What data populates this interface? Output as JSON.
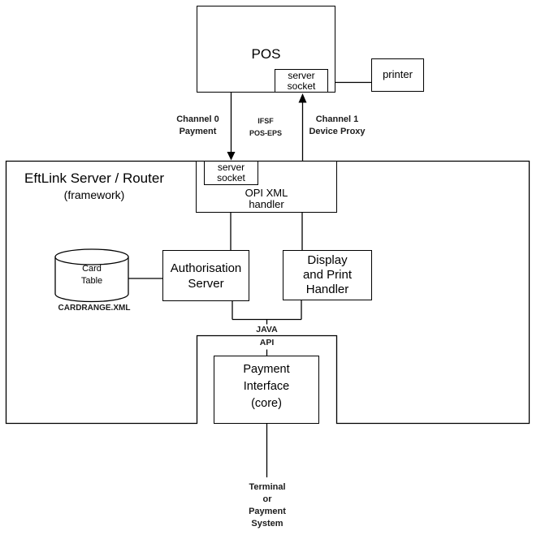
{
  "diagram": {
    "pos": {
      "label": "POS"
    },
    "pos_server_socket": {
      "line1": "server",
      "line2": "socket"
    },
    "printer": {
      "label": "printer"
    },
    "channel0": {
      "line1": "Channel 0",
      "line2": "Payment"
    },
    "ifsf": {
      "line1": "IFSF",
      "line2": "POS-EPS"
    },
    "channel1": {
      "line1": "Channel 1",
      "line2": "Device Proxy"
    },
    "eftlink": {
      "title": "EftLink Server / Router",
      "subtitle": "(framework)"
    },
    "opi_server_socket": {
      "line1": "server",
      "line2": "socket"
    },
    "opi_handler": {
      "line1": "OPI XML",
      "line2": "handler"
    },
    "card_table": {
      "line1": "Card",
      "line2": "Table",
      "caption": "CARDRANGE.XML"
    },
    "auth_server": {
      "line1": "Authorisation",
      "line2": "Server"
    },
    "display_handler": {
      "line1": "Display",
      "line2": "and Print",
      "line3": "Handler"
    },
    "java_api": {
      "line1": "JAVA",
      "line2": "API"
    },
    "payment_interface": {
      "line1": "Payment",
      "line2": "Interface",
      "line3": "(core)"
    },
    "terminal": {
      "line1": "Terminal",
      "line2": "or",
      "line3": "Payment",
      "line4": "System"
    },
    "colors": {
      "line": "#000000",
      "background": "#ffffff",
      "text": "#000000"
    }
  }
}
